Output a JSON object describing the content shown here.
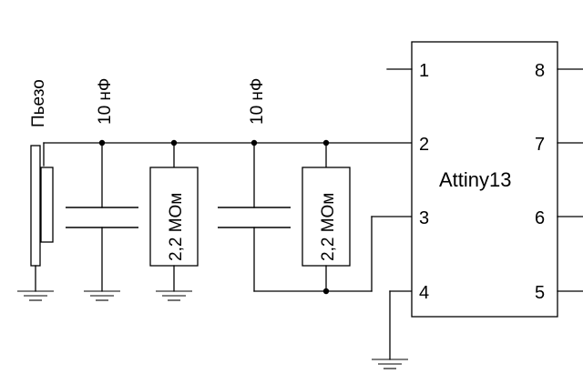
{
  "labels": {
    "piezo": "Пьезо",
    "cap1": "10 нФ",
    "cap2": "10 нФ",
    "res1": "2,2 МОм",
    "res2": "2,2 МОм",
    "chip": "Attiny13"
  },
  "pins": {
    "p1": "1",
    "p2": "2",
    "p3": "3",
    "p4": "4",
    "p5": "5",
    "p6": "6",
    "p7": "7",
    "p8": "8"
  }
}
